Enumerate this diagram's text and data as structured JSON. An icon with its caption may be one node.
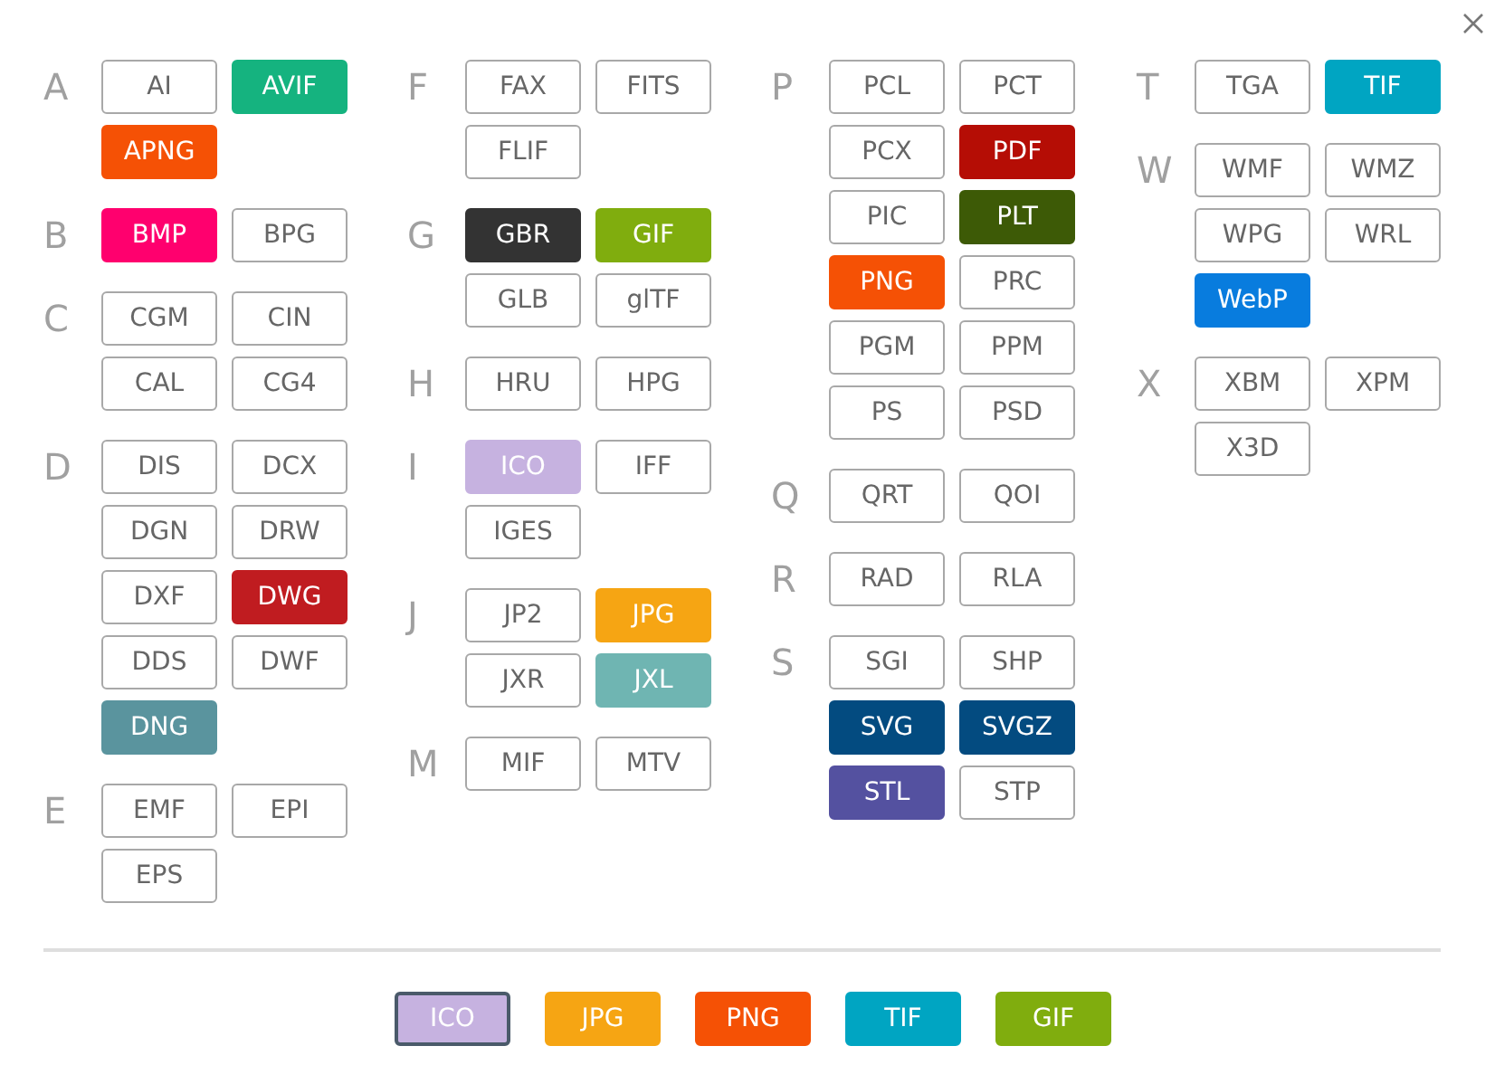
{
  "diagram": {
    "nodes": [
      {
        "text": [
          "AI"
        ]
      },
      {
        "text": [
          "AVIF"
        ]
      },
      {
        "text": [
          "APNG"
        ]
      },
      {
        "text": [
          "BMP"
        ]
      },
      {
        "text": [
          "BPG"
        ]
      },
      {
        "text": [
          "CGM"
        ]
      },
      {
        "text": [
          "CIN"
        ]
      },
      {
        "text": [
          "CAL"
        ]
      },
      {
        "text": [
          "CG4"
        ]
      },
      {
        "text": [
          "DIS"
        ]
      },
      {
        "text": [
          "DCX"
        ]
      },
      {
        "text": [
          "DGN"
        ]
      },
      {
        "text": [
          "DRW"
        ]
      },
      {
        "text": [
          "DXF"
        ]
      },
      {
        "text": [
          "DWG"
        ]
      },
      {
        "text": [
          "DDS"
        ]
      },
      {
        "text": [
          "DWF"
        ]
      },
      {
        "text": [
          "DNG"
        ]
      },
      {
        "text": [
          "EMF"
        ]
      },
      {
        "text": [
          "EPI"
        ]
      },
      {
        "text": [
          "EPS"
        ]
      },
      {
        "text": [
          "FAX"
        ]
      },
      {
        "text": [
          "FITS"
        ]
      },
      {
        "text": [
          "FLIF"
        ]
      },
      {
        "text": [
          "GBR"
        ]
      },
      {
        "text": [
          "GIF"
        ]
      },
      {
        "text": [
          "GLB"
        ]
      },
      {
        "text": [
          "glTF"
        ]
      },
      {
        "text": [
          "HRU"
        ]
      },
      {
        "text": [
          "HPG"
        ]
      },
      {
        "text": [
          "ICO"
        ]
      },
      {
        "text": [
          "IFF"
        ]
      },
      {
        "text": [
          "IGES"
        ]
      },
      {
        "text": [
          "JP2"
        ]
      },
      {
        "text": [
          "JPG"
        ]
      },
      {
        "text": [
          "JXR"
        ]
      },
      {
        "text": [
          "JXL"
        ]
      },
      {
        "text": [
          "MIF"
        ]
      },
      {
        "text": [
          "MTV"
        ]
      },
      {
        "text": [
          "PCL"
        ]
      },
      {
        "text": [
          "PCT"
        ]
      },
      {
        "text": [
          "PCX"
        ]
      },
      {
        "text": [
          "PDF"
        ]
      },
      {
        "text": [
          "PIC"
        ]
      },
      {
        "text": [
          "PLT"
        ]
      },
      {
        "text": [
          "PNG"
        ]
      },
      {
        "text": [
          "PRC"
        ]
      },
      {
        "text": [
          "PGM"
        ]
      },
      {
        "text": [
          "PPM"
        ]
      },
      {
        "text": [
          "PS"
        ]
      },
      {
        "text": [
          "PSD"
        ]
      },
      {
        "text": [
          "QRT"
        ]
      },
      {
        "text": [
          "QOI"
        ]
      },
      {
        "text": [
          "RAD"
        ]
      },
      {
        "text": [
          "RLA"
        ]
      },
      {
        "text": [
          "SGI"
        ]
      },
      {
        "text": [
          "SHP"
        ]
      },
      {
        "text": [
          "SVG"
        ]
      },
      {
        "text": [
          "SVGZ"
        ]
      },
      {
        "text": [
          "STL"
        ]
      },
      {
        "text": [
          "STP"
        ]
      },
      {
        "text": [
          "TGA"
        ]
      },
      {
        "text": [
          "TIF"
        ]
      },
      {
        "text": [
          "WMF"
        ]
      },
      {
        "text": [
          "WMZ"
        ]
      },
      {
        "text": [
          "WPG"
        ]
      },
      {
        "text": [
          "WRL"
        ]
      },
      {
        "text": [
          "WebP"
        ]
      },
      {
        "text": [
          "XBM"
        ]
      },
      {
        "text": [
          "XPM"
        ]
      },
      {
        "text": [
          "X3D"
        ]
      },
      {
        "text": [
          "ICO"
        ]
      },
      {
        "text": [
          "JPG"
        ]
      },
      {
        "text": [
          "PNG"
        ]
      },
      {
        "text": [
          "TIF"
        ]
      },
      {
        "text": [
          "GIF"
        ]
      }
    ],
    "labels": [
      "A",
      "B",
      "C",
      "D",
      "E",
      "F",
      "G",
      "H",
      "I",
      "J",
      "M",
      "P",
      "Q",
      "R",
      "S",
      "T",
      "W",
      "X"
    ]
  }
}
